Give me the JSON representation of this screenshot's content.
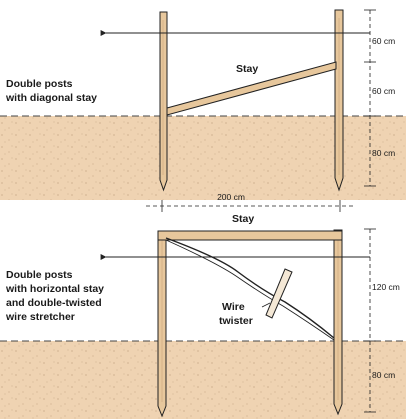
{
  "diagram": {
    "top_panel": {
      "caption_line1": "Double posts",
      "caption_line2": "with diagonal stay",
      "stay_label": "Stay",
      "dims": [
        "60 cm",
        "60 cm",
        "80 cm"
      ]
    },
    "bottom_panel": {
      "caption_line1": "Double posts",
      "caption_line2": "with horizontal stay",
      "caption_line3": "and double-twisted",
      "caption_line4": "wire stretcher",
      "width_dim": "200 cm",
      "stay_label": "Stay",
      "twister_label_line1": "Wire",
      "twister_label_line2": "twister",
      "dims": [
        "120 cm",
        "80 cm"
      ]
    },
    "colors": {
      "soil": "#efd3b2",
      "post": "#e7c79c",
      "outline": "#222222"
    }
  }
}
